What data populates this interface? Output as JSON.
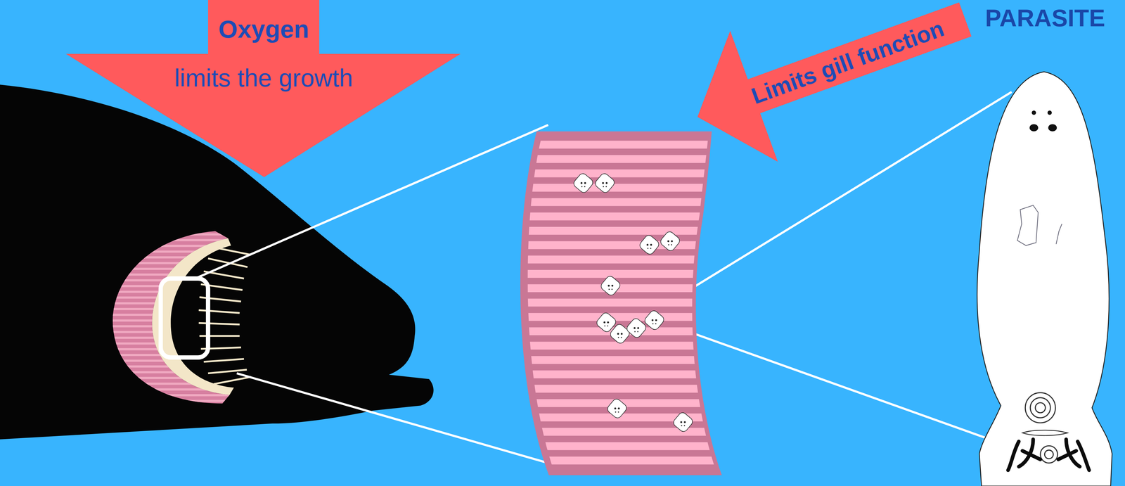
{
  "diagram": {
    "nodes": [
      {
        "text": [
          "Oxygen",
          "limits the growth"
        ]
      },
      {
        "text": [
          "Limits gill function"
        ]
      }
    ],
    "labels": [
      "PARASITE"
    ]
  }
}
